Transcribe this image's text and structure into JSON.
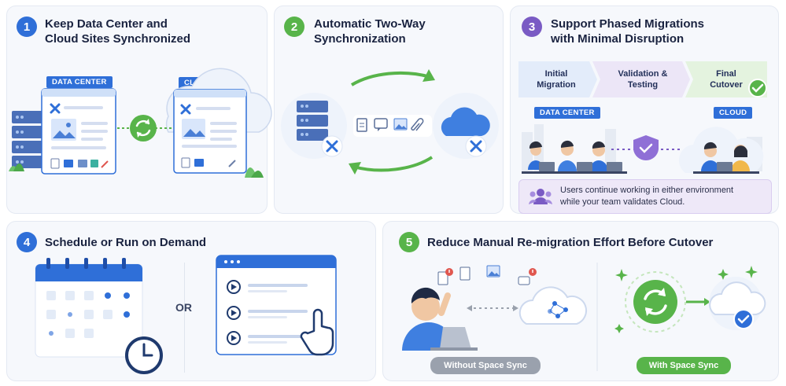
{
  "panels": [
    {
      "num": "1",
      "title_line1": "Keep Data Center and",
      "title_line2": "Cloud Sites Synchronized",
      "color": "#2f6fd8"
    },
    {
      "num": "2",
      "title_line1": "Automatic Two-Way",
      "title_line2": "Synchronization",
      "color": "#58b44a"
    },
    {
      "num": "3",
      "title_line1": "Support Phased Migrations",
      "title_line2": "with Minimal Disruption",
      "color": "#7a5bc4"
    },
    {
      "num": "4",
      "title_line1": "Schedule or Run on Demand",
      "color": "#2f6fd8"
    },
    {
      "num": "5",
      "title_line1": "Reduce Manual Re-migration Effort Before Cutover",
      "color": "#58b44a"
    }
  ],
  "labels": {
    "data_center": "DATA CENTER",
    "cloud": "CLOUD",
    "or": "OR",
    "without": "Without Space Sync",
    "with": "With Space Sync"
  },
  "stages": [
    {
      "line1": "Initial",
      "line2": "Migration"
    },
    {
      "line1": "Validation &",
      "line2": "Testing"
    },
    {
      "line1": "Final",
      "line2": "Cutover"
    }
  ],
  "info": {
    "line1": "Users continue working in either environment",
    "line2": "while your team validates Cloud."
  },
  "colors": {
    "blue": "#2f6fd8",
    "green": "#58b44a",
    "purple": "#7a5bc4",
    "gray": "#9aa1ad"
  },
  "icons": [
    "confluence-x-icon",
    "server-icon",
    "cloud-icon",
    "sync-icon",
    "document-icon",
    "chat-icon",
    "image-icon",
    "paperclip-icon",
    "shield-check-icon",
    "users-icon",
    "calendar-icon",
    "clock-icon",
    "play-icon",
    "hand-cursor-icon",
    "check-icon",
    "alert-icon"
  ]
}
